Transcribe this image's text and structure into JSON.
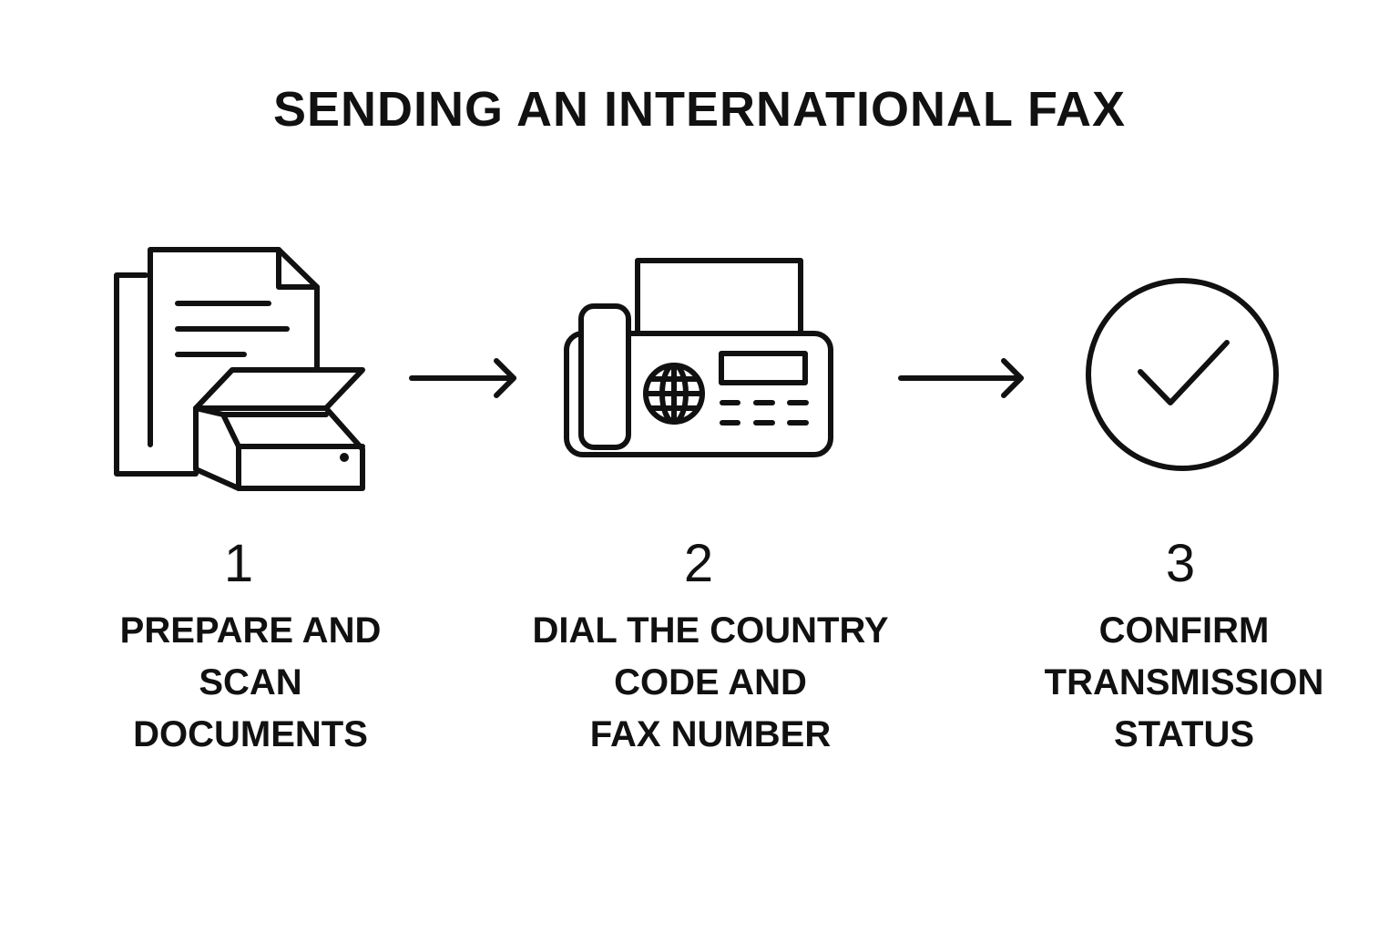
{
  "title": "SENDING AN INTERNATIONAL FAX",
  "steps": [
    {
      "number": "1",
      "label_lines": [
        "PREPARE AND",
        "SCAN",
        "DOCUMENTS"
      ],
      "icon": "document-scanner-icon"
    },
    {
      "number": "2",
      "label_lines": [
        "DIAL THE COUNTRY",
        "CODE AND",
        "FAX NUMBER"
      ],
      "icon": "fax-machine-icon"
    },
    {
      "number": "3",
      "label_lines": [
        "CONFIRM",
        "TRANSMISSION",
        "STATUS"
      ],
      "icon": "checkmark-circle-icon"
    }
  ],
  "connectors": [
    "arrow-right-icon",
    "arrow-right-icon"
  ],
  "colors": {
    "ink": "#111111",
    "background": "#ffffff"
  }
}
